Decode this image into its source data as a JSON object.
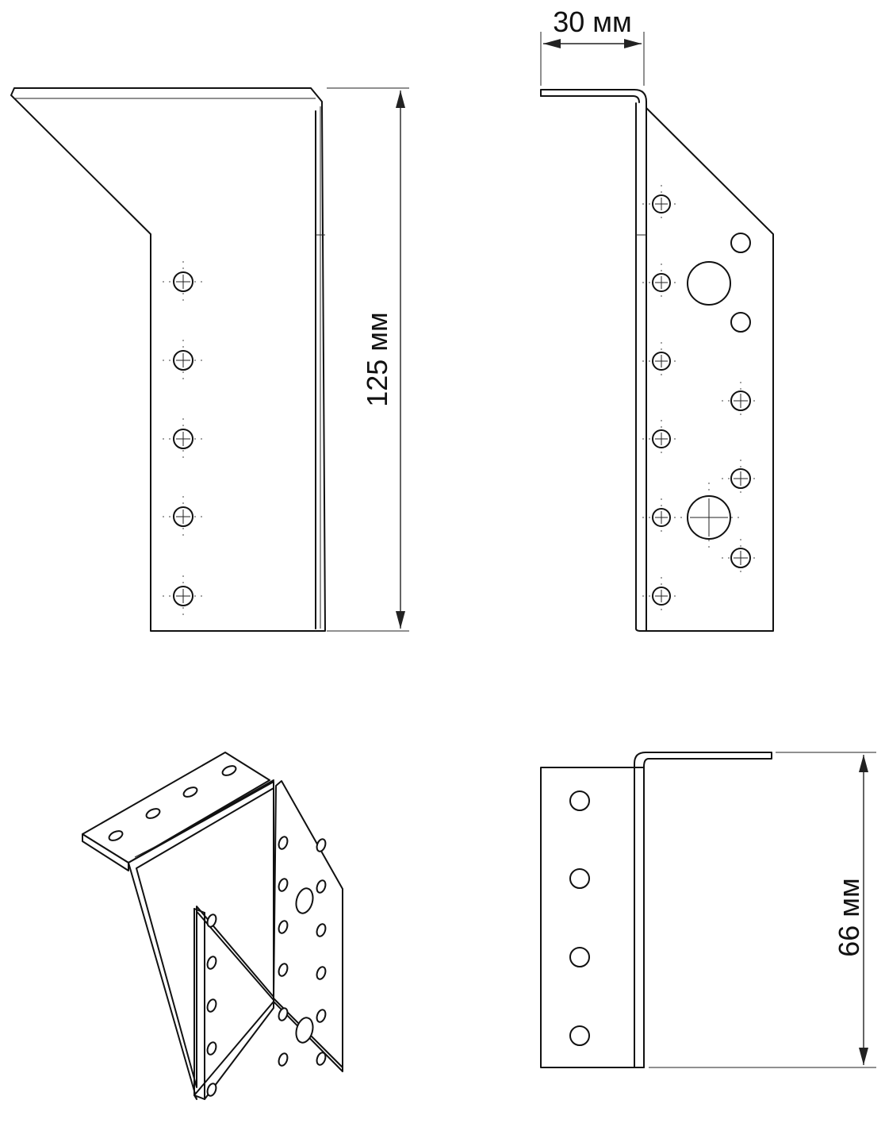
{
  "dimensions": {
    "height_front": "125 мм",
    "width_side": "30 мм",
    "height_bottom": "66 мм"
  },
  "views": {
    "front_left": {
      "hole_count": 5
    },
    "front_right": {
      "left_column_holes": 6,
      "right_holes": 5,
      "large_holes": 2
    },
    "isometric": {
      "flange_holes": 4,
      "left_wing_holes": 5,
      "right_wing_holes": 12
    },
    "bottom_side": {
      "hole_count": 4
    }
  },
  "colors": {
    "line": "#111111",
    "background": "#ffffff"
  }
}
